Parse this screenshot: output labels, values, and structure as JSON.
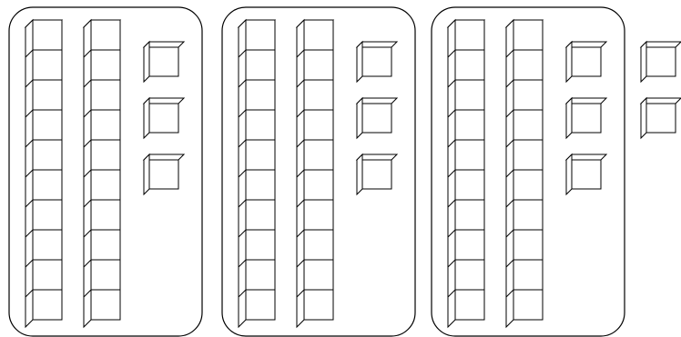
{
  "colors": {
    "stroke": "#000000",
    "fill": "#ffffff"
  },
  "groups": [
    {
      "tens_rods": 2,
      "unit_cubes": 3
    },
    {
      "tens_rods": 2,
      "unit_cubes": 3
    },
    {
      "tens_rods": 2,
      "unit_cubes": 3
    }
  ],
  "extra_unit_cubes": 2,
  "units_per_rod": 10
}
